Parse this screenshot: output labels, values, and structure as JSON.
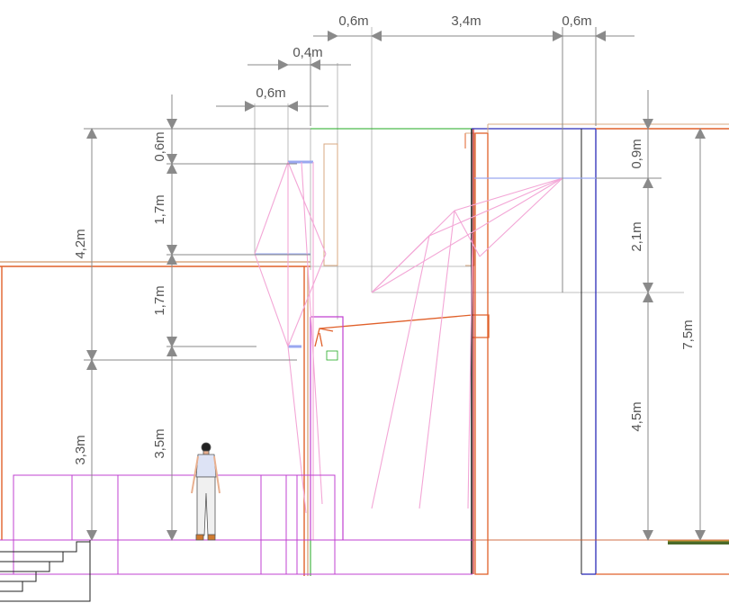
{
  "drawing": {
    "type": "cad-section-elevation",
    "colors": {
      "dimension": "#8a8a8a",
      "arrow": "#8a8a8a",
      "wall_orange": "#e0602a",
      "wall_tan": "#d8a882",
      "magenta": "#c040d0",
      "pink_rays": "#f3a6d6",
      "blue_frame": "#2b2bb8",
      "dark_frame": "#222222",
      "green": "#22aa22",
      "ground": "#555555"
    }
  },
  "dimensions": {
    "top_row": [
      {
        "id": "top-a",
        "label": "0,6m"
      },
      {
        "id": "top-b",
        "label": "3,4m"
      },
      {
        "id": "top-c",
        "label": "0,6m"
      }
    ],
    "second_row": {
      "id": "mid-04",
      "label": "0,4m"
    },
    "third_row": {
      "id": "mid-06",
      "label": "0,6m"
    },
    "left_outer": [
      {
        "id": "lo-42",
        "label": "4,2m"
      },
      {
        "id": "lo-33",
        "label": "3,3m"
      }
    ],
    "left_inner": [
      {
        "id": "li-06",
        "label": "0,6m"
      },
      {
        "id": "li-17a",
        "label": "1,7m"
      },
      {
        "id": "li-17b",
        "label": "1,7m"
      },
      {
        "id": "li-35",
        "label": "3,5m"
      }
    ],
    "right_inner": [
      {
        "id": "ri-09",
        "label": "0,9m"
      },
      {
        "id": "ri-21",
        "label": "2,1m"
      },
      {
        "id": "ri-45",
        "label": "4,5m"
      }
    ],
    "right_outer": {
      "id": "ro-75",
      "label": "7,5m"
    }
  },
  "figure": {
    "name": "human-scale-figure"
  }
}
